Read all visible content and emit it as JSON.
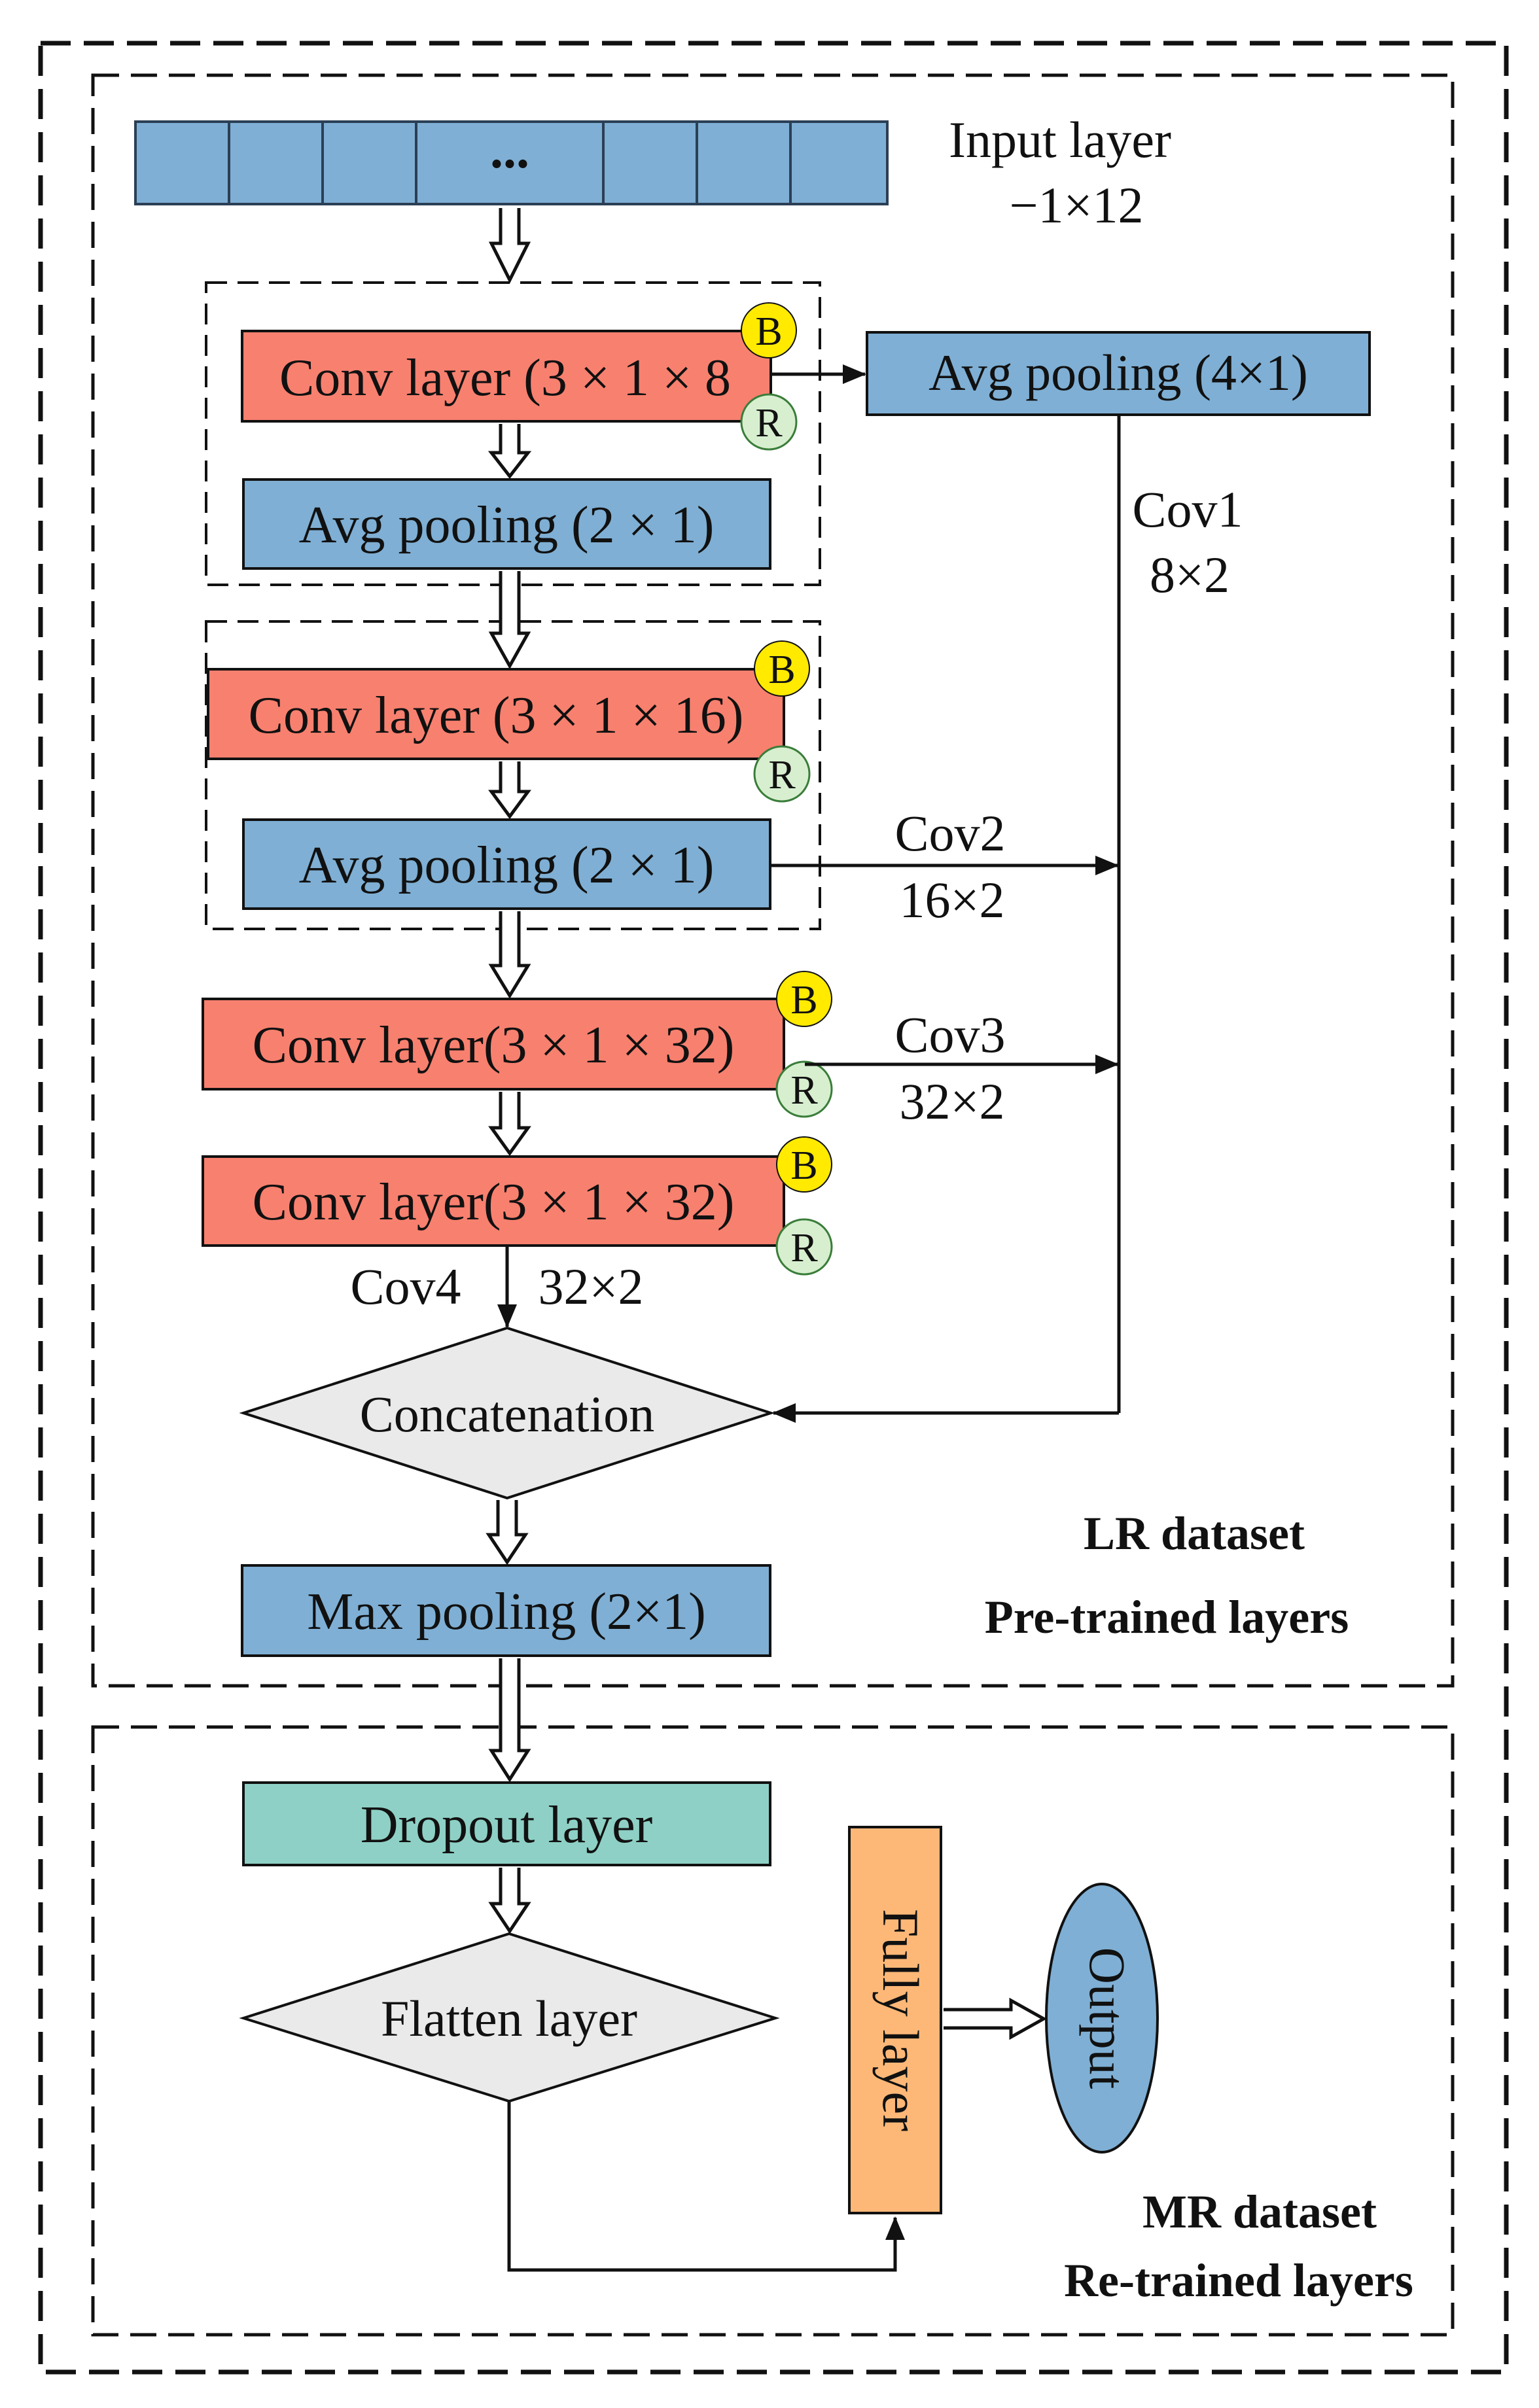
{
  "colors": {
    "conv": "#F8806F",
    "pool": "#7FAFD4",
    "dropout": "#8ED0C5",
    "fully": "#FDB878",
    "diamond": "#EAEAEA",
    "output": "#7FAFD4",
    "badge_b": "#FFEA00",
    "badge_r": "#D7EFCF",
    "line": "#111111"
  },
  "input_layer": {
    "ellipsis": "...",
    "label_line1": "Input layer",
    "label_line2": "−1×12"
  },
  "block1": {
    "conv": "Conv layer (3 × 1 × 8",
    "pool": "Avg pooling (2 × 1)",
    "badge_b": "B",
    "badge_r": "R"
  },
  "side_pool": {
    "label": "Avg pooling (4×1)",
    "cov_name": "Cov1",
    "cov_dim": "8×2"
  },
  "block2": {
    "conv": "Conv layer (3 × 1 × 16)",
    "pool": "Avg pooling (2 × 1)",
    "badge_b": "B",
    "badge_r": "R",
    "cov_name": "Cov2",
    "cov_dim": "16×2"
  },
  "conv3": {
    "label": "Conv layer(3 × 1 × 32)",
    "badge_b": "B",
    "badge_r": "R",
    "cov_name": "Cov3",
    "cov_dim": "32×2"
  },
  "conv4": {
    "label": "Conv layer(3 × 1 × 32)",
    "badge_b": "B",
    "badge_r": "R",
    "cov_name": "Cov4",
    "cov_dim": "32×2"
  },
  "concatenation": "Concatenation",
  "max_pooling": "Max pooling (2×1)",
  "lr_section": {
    "line1": "LR dataset",
    "line2": "Pre-trained layers"
  },
  "dropout": "Dropout layer",
  "flatten": "Flatten layer",
  "fully": "Fully layer",
  "output": "Output",
  "mr_section": {
    "line1": "MR dataset",
    "line2": "Re-trained layers"
  }
}
